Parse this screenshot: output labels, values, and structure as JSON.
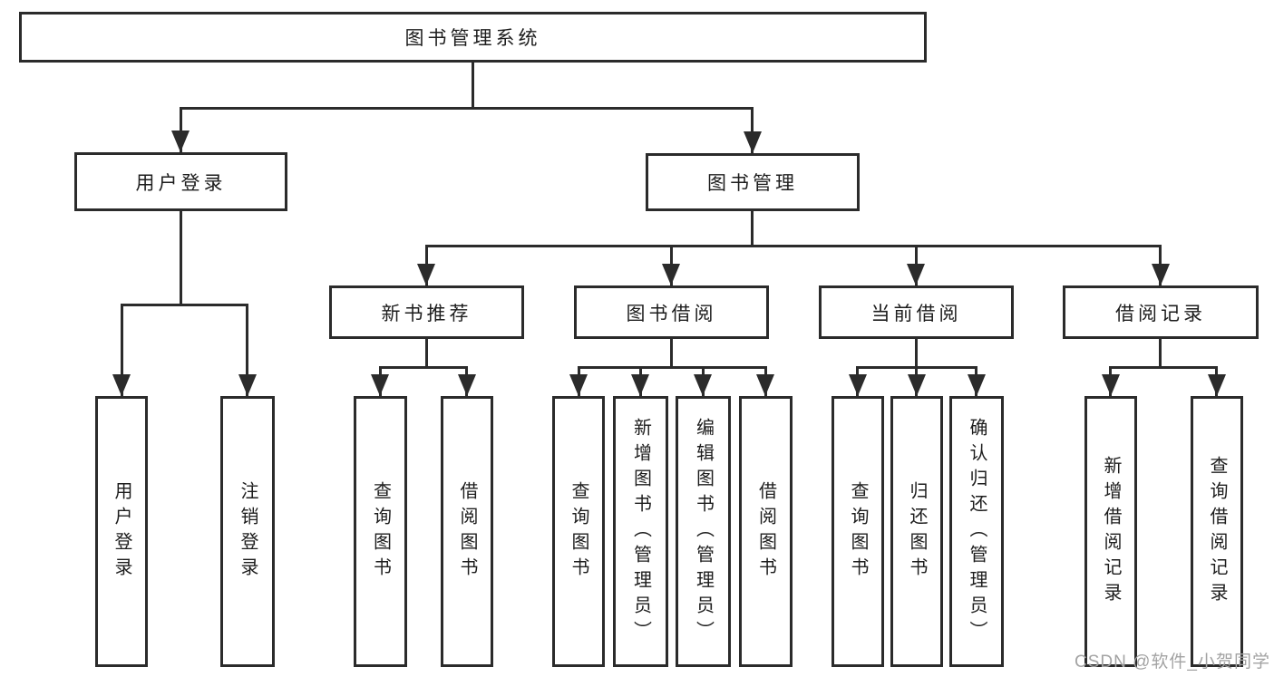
{
  "tree": {
    "root": {
      "label": "图书管理系统"
    },
    "branches": [
      {
        "label": "用户登录",
        "children": [
          {
            "label": "用户登录"
          },
          {
            "label": "注销登录"
          }
        ]
      },
      {
        "label": "图书管理",
        "children": [
          {
            "label": "新书推荐",
            "children": [
              {
                "label": "查询图书"
              },
              {
                "label": "借阅图书"
              }
            ]
          },
          {
            "label": "图书借阅",
            "children": [
              {
                "label": "查询图书"
              },
              {
                "label": "新增图书（管理员）"
              },
              {
                "label": "编辑图书（管理员）"
              },
              {
                "label": "借阅图书"
              }
            ]
          },
          {
            "label": "当前借阅",
            "children": [
              {
                "label": "查询图书"
              },
              {
                "label": "归还图书"
              },
              {
                "label": "确认归还（管理员）"
              }
            ]
          },
          {
            "label": "借阅记录",
            "children": [
              {
                "label": "新增借阅记录"
              },
              {
                "label": "查询借阅记录"
              }
            ]
          }
        ]
      }
    ]
  },
  "watermark": {
    "text": "CSDN @软件_小贺同学"
  },
  "icons": {
    "arrowhead": "filled-down-triangle"
  },
  "colors": {
    "line": "#2b2b2b",
    "text": "#1d1d1d",
    "background": "#ffffff",
    "watermark": "#a3a3a3"
  }
}
